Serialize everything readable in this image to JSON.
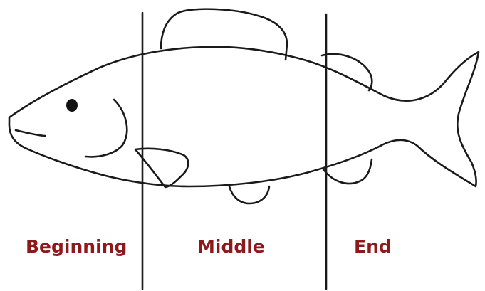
{
  "labels": {
    "beginning": "Beginning",
    "middle": "Middle",
    "end": "End"
  },
  "colors": {
    "label": "#8b1a1a",
    "outline": "#1a1a1a",
    "divider": "#1a1a1a",
    "eye": "#111111",
    "background": "#ffffff"
  },
  "icons": {
    "figure": "fish-drawing"
  }
}
